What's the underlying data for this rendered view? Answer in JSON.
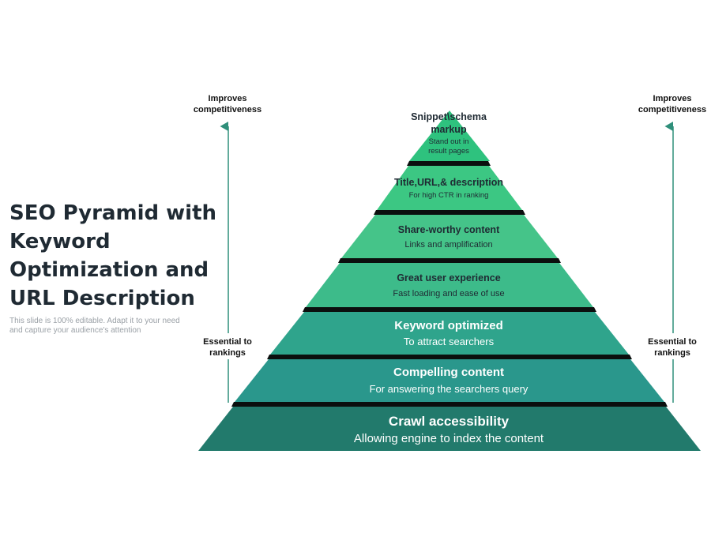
{
  "slide": {
    "title": "SEO Pyramid with Keyword Optimization and URL Description",
    "subtitle": "This slide is 100% editable. Adapt it to your need and capture your audience's attention"
  },
  "left_axis": {
    "top_label": "Improves competitiveness",
    "bottom_label": "Essential to rankings"
  },
  "right_axis": {
    "top_label": "Improves competitiveness",
    "bottom_label": "Essential to rankings"
  },
  "pyramid": {
    "tiers": [
      {
        "title": "Snippet\\schema markup",
        "description": "Stand out in result pages",
        "color": "#2ec27e"
      },
      {
        "title": "Title,URL,& description",
        "description": "For high CTR in ranking",
        "color": "#3cc783"
      },
      {
        "title": "Share-worthy content",
        "description": "Links and amplification",
        "color": "#45c489"
      },
      {
        "title": "Great user experience",
        "description": "Fast loading and ease of use",
        "color": "#3dbb8a"
      },
      {
        "title": "Keyword optimized",
        "description": "To attract searchers",
        "color": "#2fa48c"
      },
      {
        "title": "Compelling content",
        "description": "For answering the searchers query",
        "color": "#2a978c"
      },
      {
        "title": "Crawl accessibility",
        "description": "Allowing engine to index the content",
        "color": "#227a6c"
      }
    ]
  }
}
